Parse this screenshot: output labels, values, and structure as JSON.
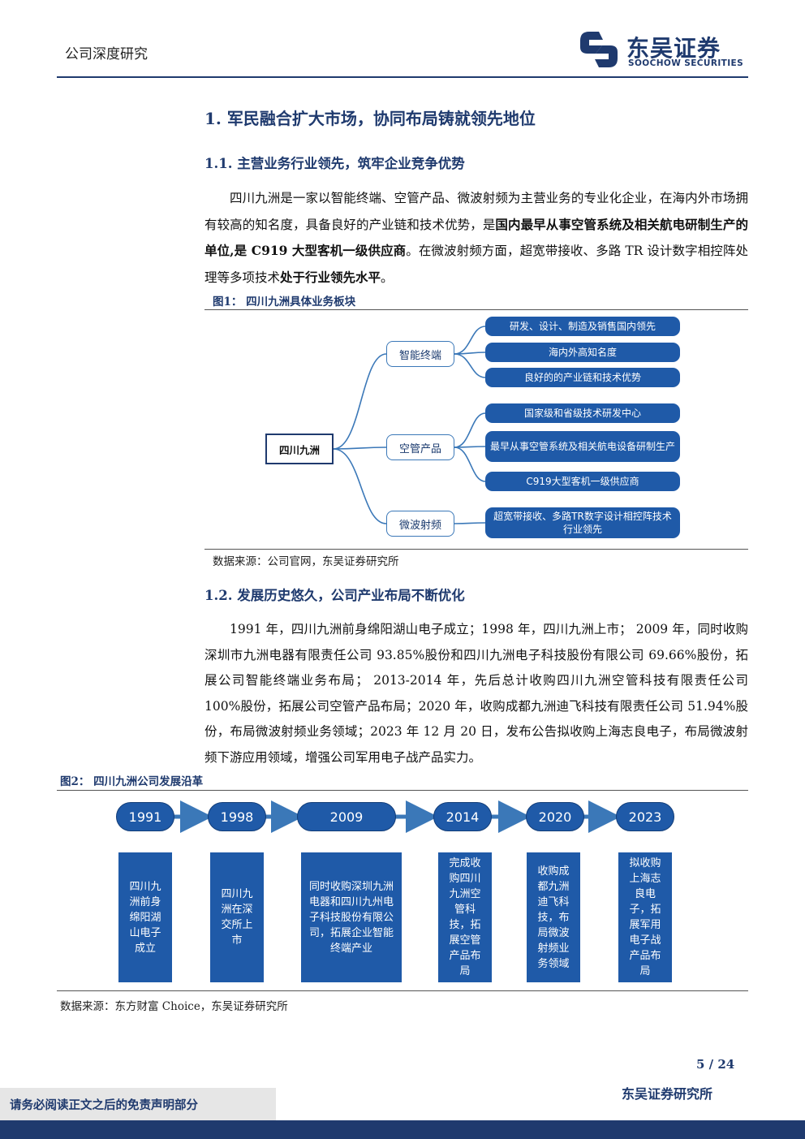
{
  "header": {
    "category": "公司深度研究",
    "brand_cn": "东吴证券",
    "brand_en": "SOOCHOW SECURITIES"
  },
  "section1": {
    "title": "1.  军民融合扩大市场，协同布局铸就领先地位"
  },
  "section1_1": {
    "title": "1.1.   主营业务行业领先，筑牢企业竞争优势",
    "text_a": "四川九洲是一家以智能终端、空管产品、微波射频为主营业务的专业化企业，在海内外市场拥有较高的知名度，具备良好的产业链和技术优势，是",
    "text_b": "国内最早从事空管系统及相关航电研制生产的单位,是 C919 大型客机一级供应商",
    "text_c": "。在微波射频方面，超宽带接收、多路 TR 设计数字相控阵处理等多项技术",
    "text_d": "处于行业领先水平",
    "text_e": "。"
  },
  "figure1": {
    "caption": "图1：  四川九洲具体业务板块",
    "root": "四川九洲",
    "branches": [
      {
        "label": "智能终端",
        "leaves": [
          "研发、设计、制造及销售国内领先",
          "海内外高知名度",
          "良好的的产业链和技术优势"
        ]
      },
      {
        "label": "空管产品",
        "leaves": [
          "国家级和省级技术研发中心",
          "最早从事空管系统及相关航电设备研制生产",
          "C919大型客机一级供应商"
        ]
      },
      {
        "label": "微波射频",
        "leaves": [
          "超宽带接收、多路TR数字设计相控阵技术行业领先"
        ]
      }
    ],
    "source": "数据来源：公司官网，东吴证券研究所"
  },
  "section1_2": {
    "title": "1.2.   发展历史悠久，公司产业布局不断优化",
    "text": "1991 年，四川九洲前身绵阳湖山电子成立；1998 年，四川九洲上市；  2009 年，同时收购深圳市九洲电器有限责任公司  93.85%股份和四川九洲电子科技股份有限公司 69.66%股份，拓展公司智能终端业务布局；  2013-2014 年，先后总计收购四川九洲空管科技有限责任公司 100%股份，拓展公司空管产品布局；2020 年，收购成都九洲迪飞科技有限责任公司 51.94%股份，布局微波射频业务领域；2023 年 12 月 20 日，发布公告拟收购上海志良电子，布局微波射频下游应用领域，增强公司军用电子战产品实力。"
  },
  "figure2": {
    "caption": "图2：  四川九洲公司发展沿革",
    "timeline": [
      {
        "year": "1991",
        "event": "四川九洲前身绵阳湖山电子成立"
      },
      {
        "year": "1998",
        "event": "四川九洲在深交所上市"
      },
      {
        "year": "2009",
        "event": "同时收购深圳九洲电器和四川九州电子科技股份有限公司，拓展企业智能终端产业"
      },
      {
        "year": "2014",
        "event": "完成收购四川九洲空管科技，拓展空管产品布局"
      },
      {
        "year": "2020",
        "event": "收购成都九洲迪飞科技，布局微波射频业务领域"
      },
      {
        "year": "2023",
        "event": "拟收购上海志良电子，拓展军用电子战产品布局"
      }
    ],
    "source": "数据来源：东方财富 Choice，东吴证券研究所"
  },
  "footer": {
    "page": "5 / 24",
    "disclaimer": "请务必阅读正文之后的免责声明部分",
    "institute": "东吴证券研究所"
  },
  "colors": {
    "brand_navy": "#1f3a6e",
    "box_blue": "#1f5aa8"
  }
}
